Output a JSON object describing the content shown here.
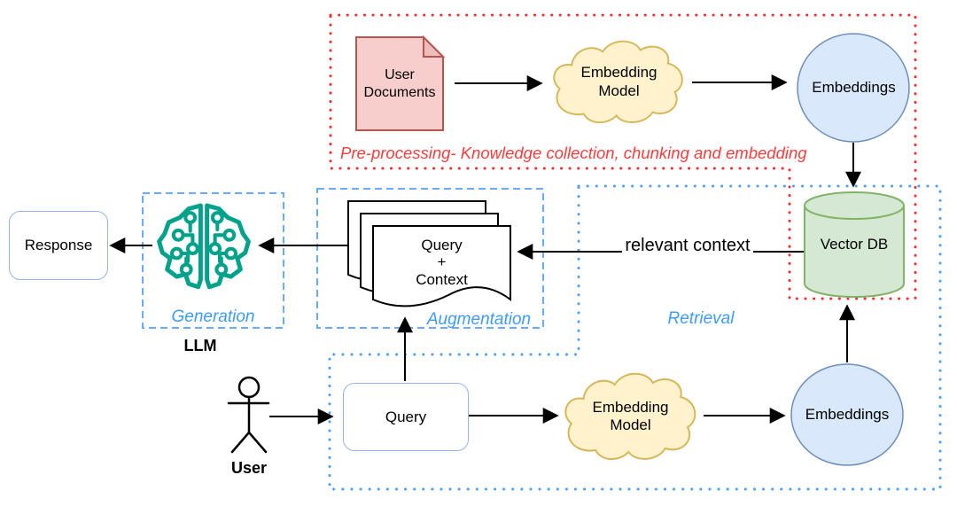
{
  "boundaries": {
    "preprocessing": "Pre-processing- Knowledge collection, chunking and embedding",
    "generation": "Generation",
    "augmentation": "Augmentation",
    "retrieval": "Retrieval"
  },
  "nodes": {
    "user_documents": "User\nDocuments",
    "embedding_model_top": "Embedding\nModel",
    "embeddings_top": "Embeddings",
    "vector_db": "Vector DB",
    "relevant_context": "relevant context",
    "query_context": "Query\n+\nContext",
    "response": "Response",
    "llm": "LLM",
    "query": "Query",
    "user": "User",
    "embedding_model_bottom": "Embedding\nModel",
    "embeddings_bottom": "Embeddings"
  },
  "icons": {
    "llm": "circuit-brain-icon",
    "user": "person-stick-figure-icon"
  },
  "palette": {
    "red_boundary": "#fb2a2a",
    "blue_boundary": "#4aa0f8",
    "dashed_box_blue": "#6aacfc",
    "label_blue": "#3d9bfd",
    "label_red": "#fd3c3c",
    "document_fill": "#f8cecc",
    "document_stroke": "#b85450",
    "cloud_fill": "#fff2cc",
    "cloud_stroke": "#d6b656",
    "circle_fill": "#dae8fc",
    "circle_stroke": "#6c8ebf",
    "db_fill": "#d5e8d4",
    "db_stroke": "#82b366",
    "brain_teal": "#00a28a",
    "rounded_box_stroke": "#97b5ea"
  }
}
